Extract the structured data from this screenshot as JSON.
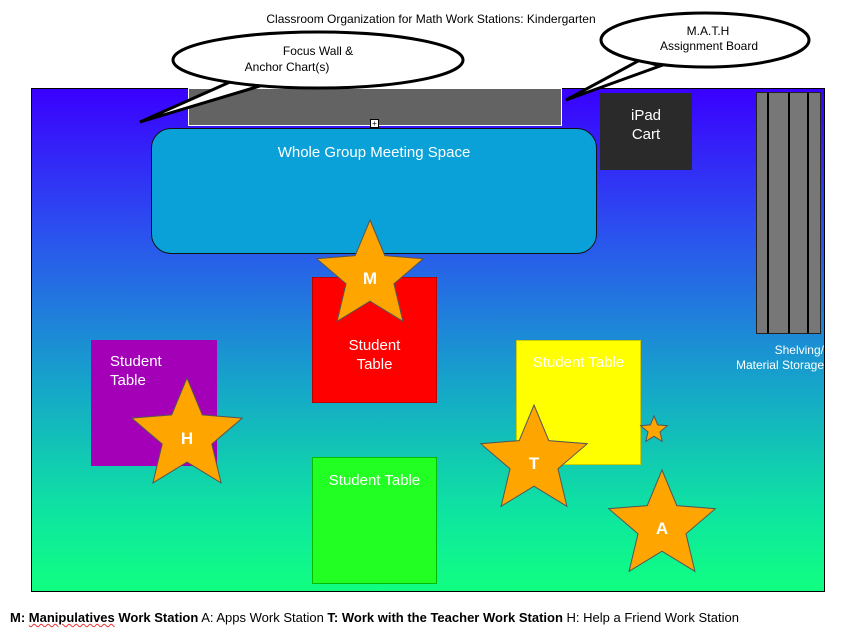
{
  "title": "Classroom Organization for Math Work Stations: Kindergarten",
  "callouts": {
    "focus_wall": [
      "Focus Wall &",
      "Anchor Chart(s)"
    ],
    "assignment_board": [
      "M.A.T.H",
      "Assignment Board"
    ]
  },
  "areas": {
    "meeting": "Whole Group Meeting Space",
    "ipad": [
      "iPad",
      "Cart"
    ],
    "shelving": [
      "Shelving/",
      "Material Storage"
    ]
  },
  "tables": {
    "red": [
      "Student",
      "Table"
    ],
    "purple": [
      "Student",
      "Table"
    ],
    "yellow": "Student Table",
    "green": "Student Table"
  },
  "stars": {
    "m": "M",
    "h": "H",
    "t": "T",
    "a": "A"
  },
  "legend": {
    "m_key": "M:",
    "m_word": "Manipulatives",
    "m_rest": " Work Station",
    "a_text": " A: Apps Work Station ",
    "t_text": "T: Work with the Teacher Work Station",
    "h_text": " H: Help a Friend Work Station"
  },
  "colors": {
    "star": "#ffa500",
    "star_outline": "#555555",
    "red_table": "#ff0000",
    "purple_table": "#a400b8",
    "yellow_table": "#ffff00",
    "green_table": "#22ff22",
    "meeting_space": "#0aa0d8"
  }
}
